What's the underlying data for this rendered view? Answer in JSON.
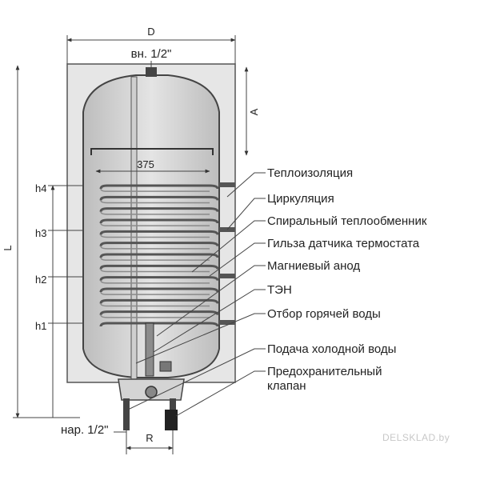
{
  "dimensions": {
    "width": "D",
    "inner_thread": "вн. 1/2\"",
    "a": "A",
    "coil_width": "375",
    "length": "L",
    "h4": "h4",
    "h3": "h3",
    "h2": "h2",
    "h1": "h1",
    "outer_thread": "нар. 1/2\"",
    "r": "R"
  },
  "labels": [
    "Теплоизоляция",
    "Циркуляция",
    "Спиральный теплообменник",
    "Гильза датчика термостата",
    "Магниевый анод",
    "ТЭН",
    "Отбор горячей воды",
    "Подача холодной воды",
    "Предохранительный",
    "клапан"
  ],
  "watermark": "DELSKLAD.by"
}
